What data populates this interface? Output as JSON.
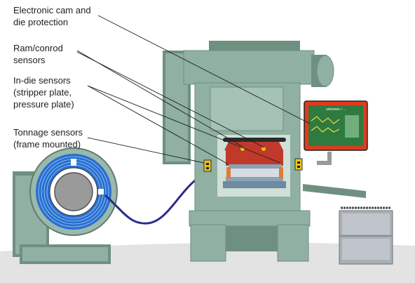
{
  "labels": {
    "cam": "Electronic cam and\ndie protection",
    "ram": "Ram/conrod\nsensors",
    "indie": "In-die sensors\n(stripper plate,\npressure plate)",
    "tonnage": "Tonnage sensors\n(frame mounted)"
  },
  "monitor": {
    "header": "unknown / ...",
    "screen_color": "#2f7a3e",
    "frame_color": "#e23a1e"
  },
  "colors": {
    "machine": "#8fb0a2",
    "machine_dark": "#6f9080",
    "floor": "#e3e3e3",
    "die_red": "#c0392b",
    "sensor_yellow": "#e8c21a",
    "cable_blue": "#2c2c8c",
    "coil_blue": "#2a6fd0",
    "bin_gray": "#a9b0b6"
  }
}
